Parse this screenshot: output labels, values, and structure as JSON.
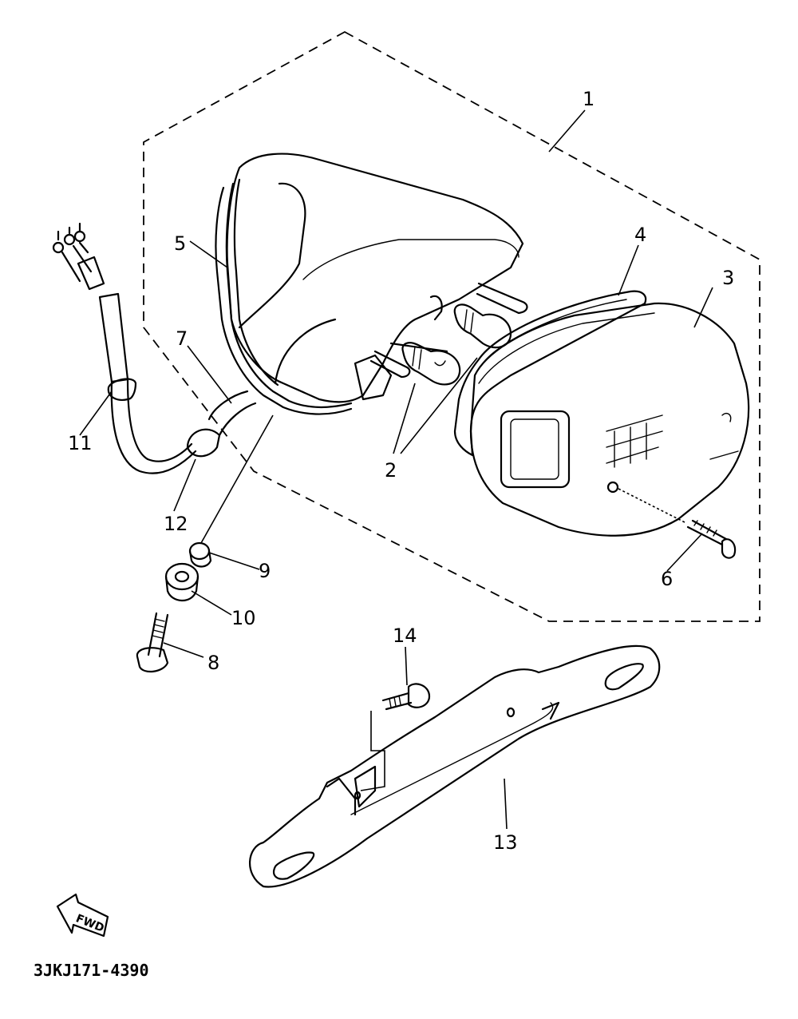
{
  "callouts": {
    "c1": "1",
    "c2": "2",
    "c3": "3",
    "c4": "4",
    "c5": "5",
    "c6": "6",
    "c7": "7",
    "c8": "8",
    "c9": "9",
    "c10": "10",
    "c11": "11",
    "c12": "12",
    "c13": "13",
    "c14": "14"
  },
  "direction_label": "FWD",
  "diagram_code": "3JKJ171-4390"
}
